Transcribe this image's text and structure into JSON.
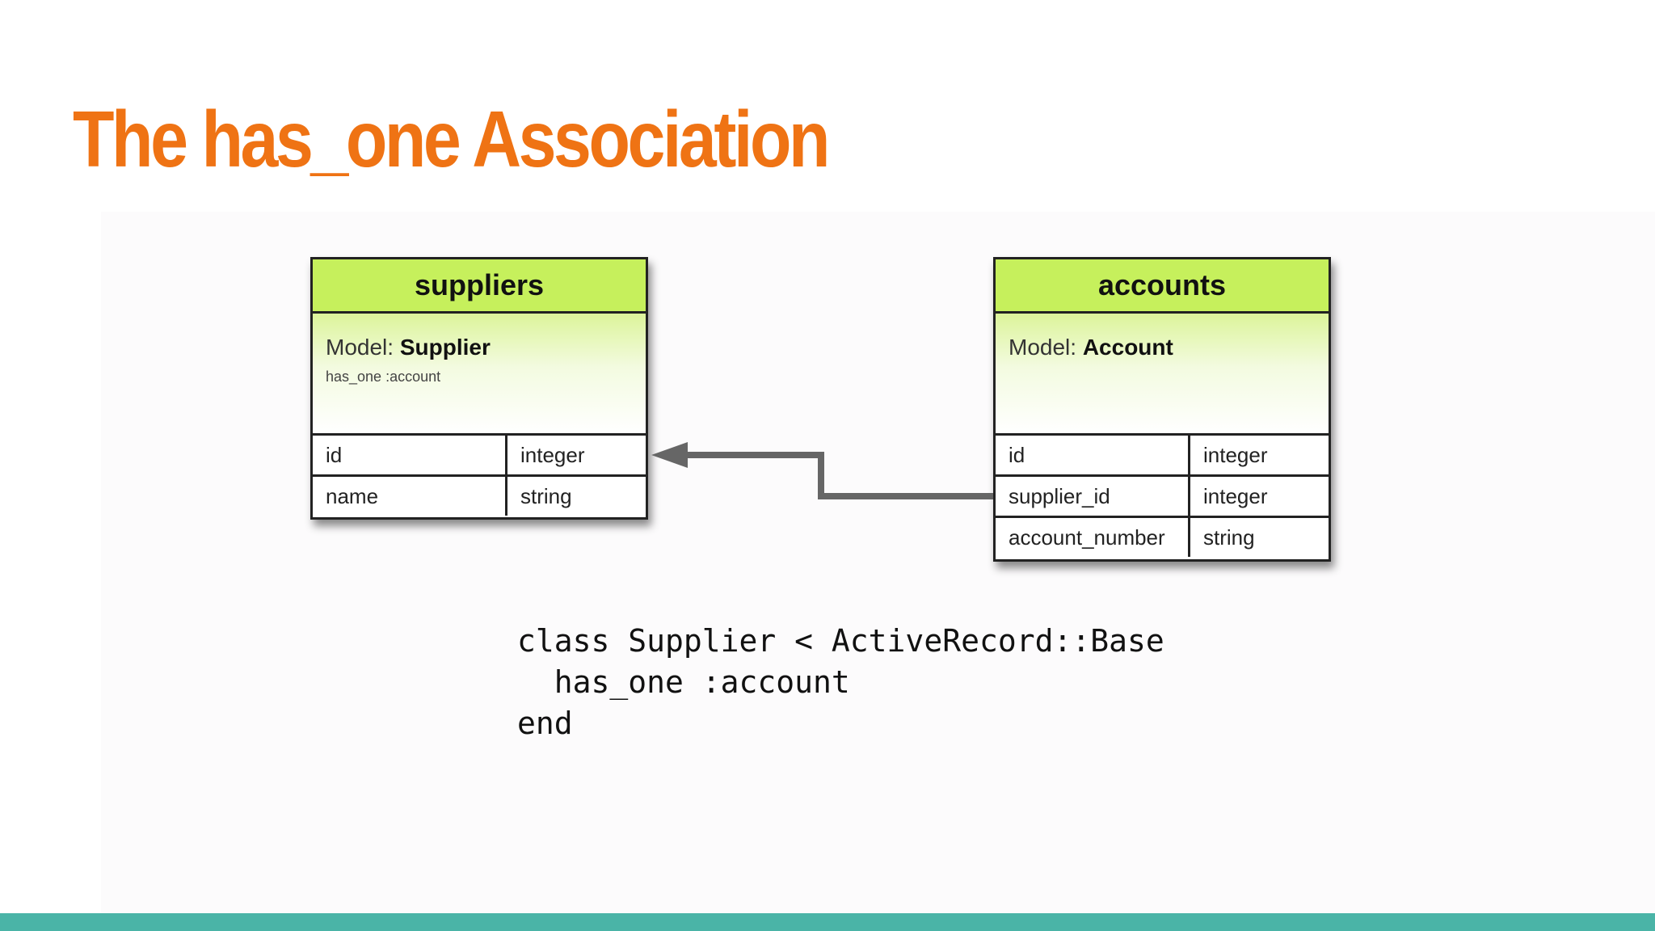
{
  "slide": {
    "title": "The has_one Association",
    "accent_color": "#ef7314",
    "footer_bar_color": "#4ab4a7"
  },
  "diagram": {
    "suppliers": {
      "table_name": "suppliers",
      "model_prefix": "Model: ",
      "model_name": "Supplier",
      "association": "has_one :account",
      "fields": [
        {
          "name": "id",
          "type": "integer"
        },
        {
          "name": "name",
          "type": "string"
        }
      ]
    },
    "accounts": {
      "table_name": "accounts",
      "model_prefix": "Model: ",
      "model_name": "Account",
      "fields": [
        {
          "name": "id",
          "type": "integer"
        },
        {
          "name": "supplier_id",
          "type": "integer"
        },
        {
          "name": "account_number",
          "type": "string"
        }
      ]
    },
    "header_color": "#c6f05c",
    "arrow_color": "#666666"
  },
  "code": {
    "lines": [
      "class Supplier < ActiveRecord::Base",
      "  has_one :account",
      "end"
    ]
  }
}
